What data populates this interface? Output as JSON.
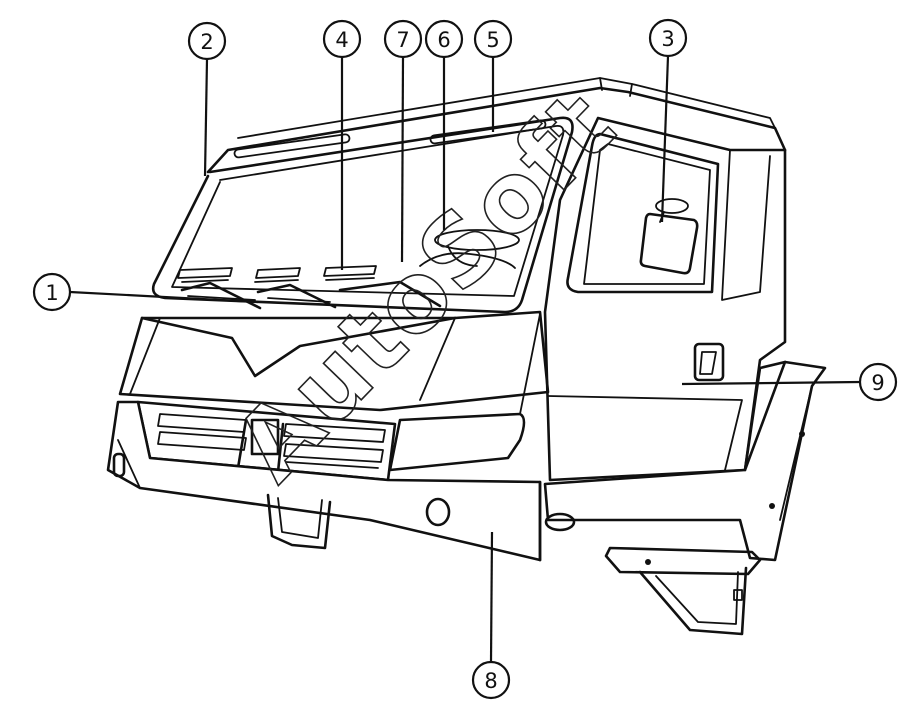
{
  "callouts": [
    {
      "label": "1"
    },
    {
      "label": "2"
    },
    {
      "label": "3"
    },
    {
      "label": "4"
    },
    {
      "label": "5"
    },
    {
      "label": "6"
    },
    {
      "label": "7"
    },
    {
      "label": "8"
    },
    {
      "label": "9"
    }
  ],
  "watermark": "AutoSoft"
}
